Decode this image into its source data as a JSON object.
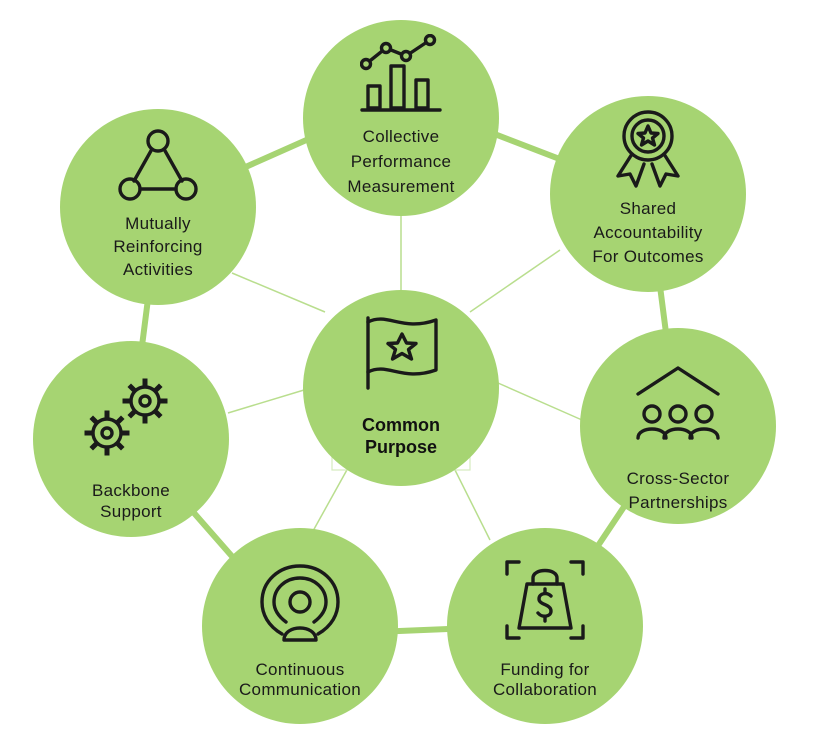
{
  "center": {
    "name": "center-common-purpose",
    "label_lines": [
      "Common",
      "Purpose"
    ],
    "icon": "flag-star-icon"
  },
  "nodes": [
    {
      "name": "node-collective-performance-measurement",
      "label_lines": [
        "Collective",
        "Performance",
        "Measurement"
      ],
      "icon": "bar-chart-trend-icon"
    },
    {
      "name": "node-shared-accountability",
      "label_lines": [
        "Shared",
        "Accountability",
        "For Outcomes"
      ],
      "icon": "award-ribbon-icon"
    },
    {
      "name": "node-cross-sector-partnerships",
      "label_lines": [
        "Cross-Sector",
        "Partnerships"
      ],
      "icon": "people-roof-icon"
    },
    {
      "name": "node-funding-for-collaboration",
      "label_lines": [
        "Funding for",
        "Collaboration"
      ],
      "icon": "money-bag-icon"
    },
    {
      "name": "node-continuous-communication",
      "label_lines": [
        "Continuous",
        "Communication"
      ],
      "icon": "broadcast-person-icon"
    },
    {
      "name": "node-backbone-support",
      "label_lines": [
        "Backbone",
        "Support"
      ],
      "icon": "gears-icon"
    },
    {
      "name": "node-mutually-reinforcing-activities",
      "label_lines": [
        "Mutually",
        "Reinforcing",
        "Activities"
      ],
      "icon": "triangle-network-icon"
    }
  ],
  "colors": {
    "circle_fill": "#a6d472",
    "ring_stroke": "#a6d472",
    "spoke_stroke": "#b9de8e",
    "icon_stroke": "#1a1a1a"
  }
}
